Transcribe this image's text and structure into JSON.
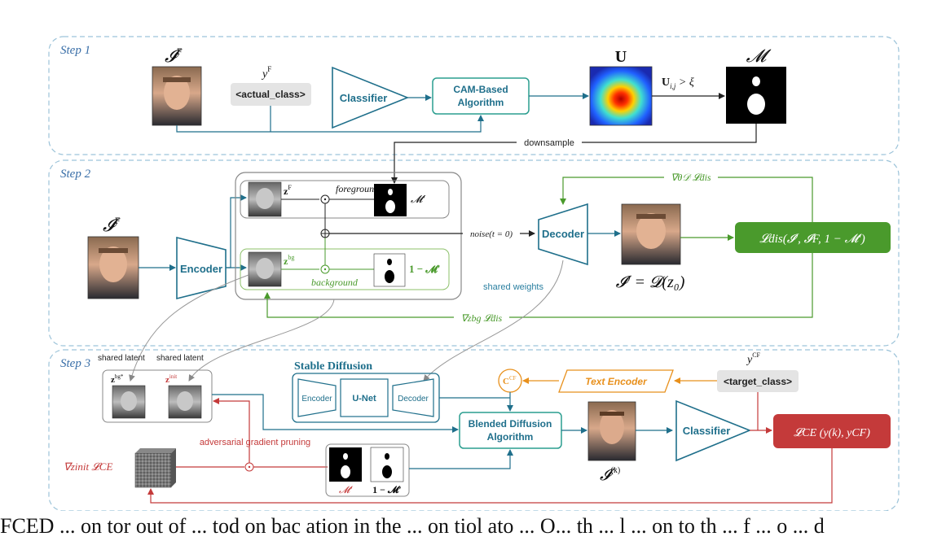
{
  "steps": {
    "step1": "Step 1",
    "step2": "Step 2",
    "step3": "Step 3"
  },
  "step1": {
    "image_label": "𝓘",
    "image_sup": "F",
    "class_label": "y",
    "class_sup": "F",
    "class_box": "<actual_class>",
    "classifier": "Classifier",
    "cam_line1": "CAM-Based",
    "cam_line2": "Algorithm",
    "u_label": "U",
    "threshold": "U",
    "threshold_sub": "i,j",
    "threshold_rest": " > ξ",
    "mask_label": "𝓜",
    "downsample": "downsample"
  },
  "step2": {
    "image_label": "𝓘",
    "image_sup": "F",
    "encoder": "Encoder",
    "zf": "z",
    "zf_sup": "F",
    "foreground": "foreground",
    "mask_fg": "𝓜′",
    "zbg": "z",
    "zbg_sup": "bg",
    "background": "background",
    "mask_bg": "1 − 𝓜′",
    "noise": "noise(t = 0)",
    "decoder": "Decoder",
    "output_eq": "𝓘′ = 𝓓(z₀)",
    "loss": "𝓛dis(𝓘′, 𝓘F, 1 − 𝓜′)",
    "grad_theta": "∇θ𝒟 𝓛dis",
    "grad_zbg": "∇zbg 𝓛dis",
    "shared_weights": "shared weights"
  },
  "step3": {
    "shared_latent_1": "shared latent",
    "shared_latent_2": "shared latent",
    "zbg_star": "z",
    "zbg_star_sup": "bg*",
    "zinit": "z",
    "zinit_sup": "init",
    "sd_title": "Stable Diffusion",
    "sd_encoder": "Encoder",
    "sd_unet": "U-Net",
    "sd_decoder": "Decoder",
    "ccf": "C",
    "ccf_sup": "CF",
    "text_encoder": "Text Encoder",
    "ycf": "y",
    "ycf_sup": "CF",
    "target_box": "<target_class>",
    "bd_line1": "Blended Diffusion",
    "bd_line2": "Algorithm",
    "classifier": "Classifier",
    "output_label": "𝓘",
    "output_sup": "(k)",
    "loss": "𝓛CE (y(k), yCF)",
    "grad": "∇zinit 𝓛CE",
    "pruning": "adversarial gradient pruning",
    "mask_m": "𝓜′",
    "mask_1m": "1 − 𝓜′"
  },
  "caption": "FCED ... on tor out of ... tod on bac ation in the ... on tiol ato ... O... th ... l ... on to th ... f ... o ... d"
}
